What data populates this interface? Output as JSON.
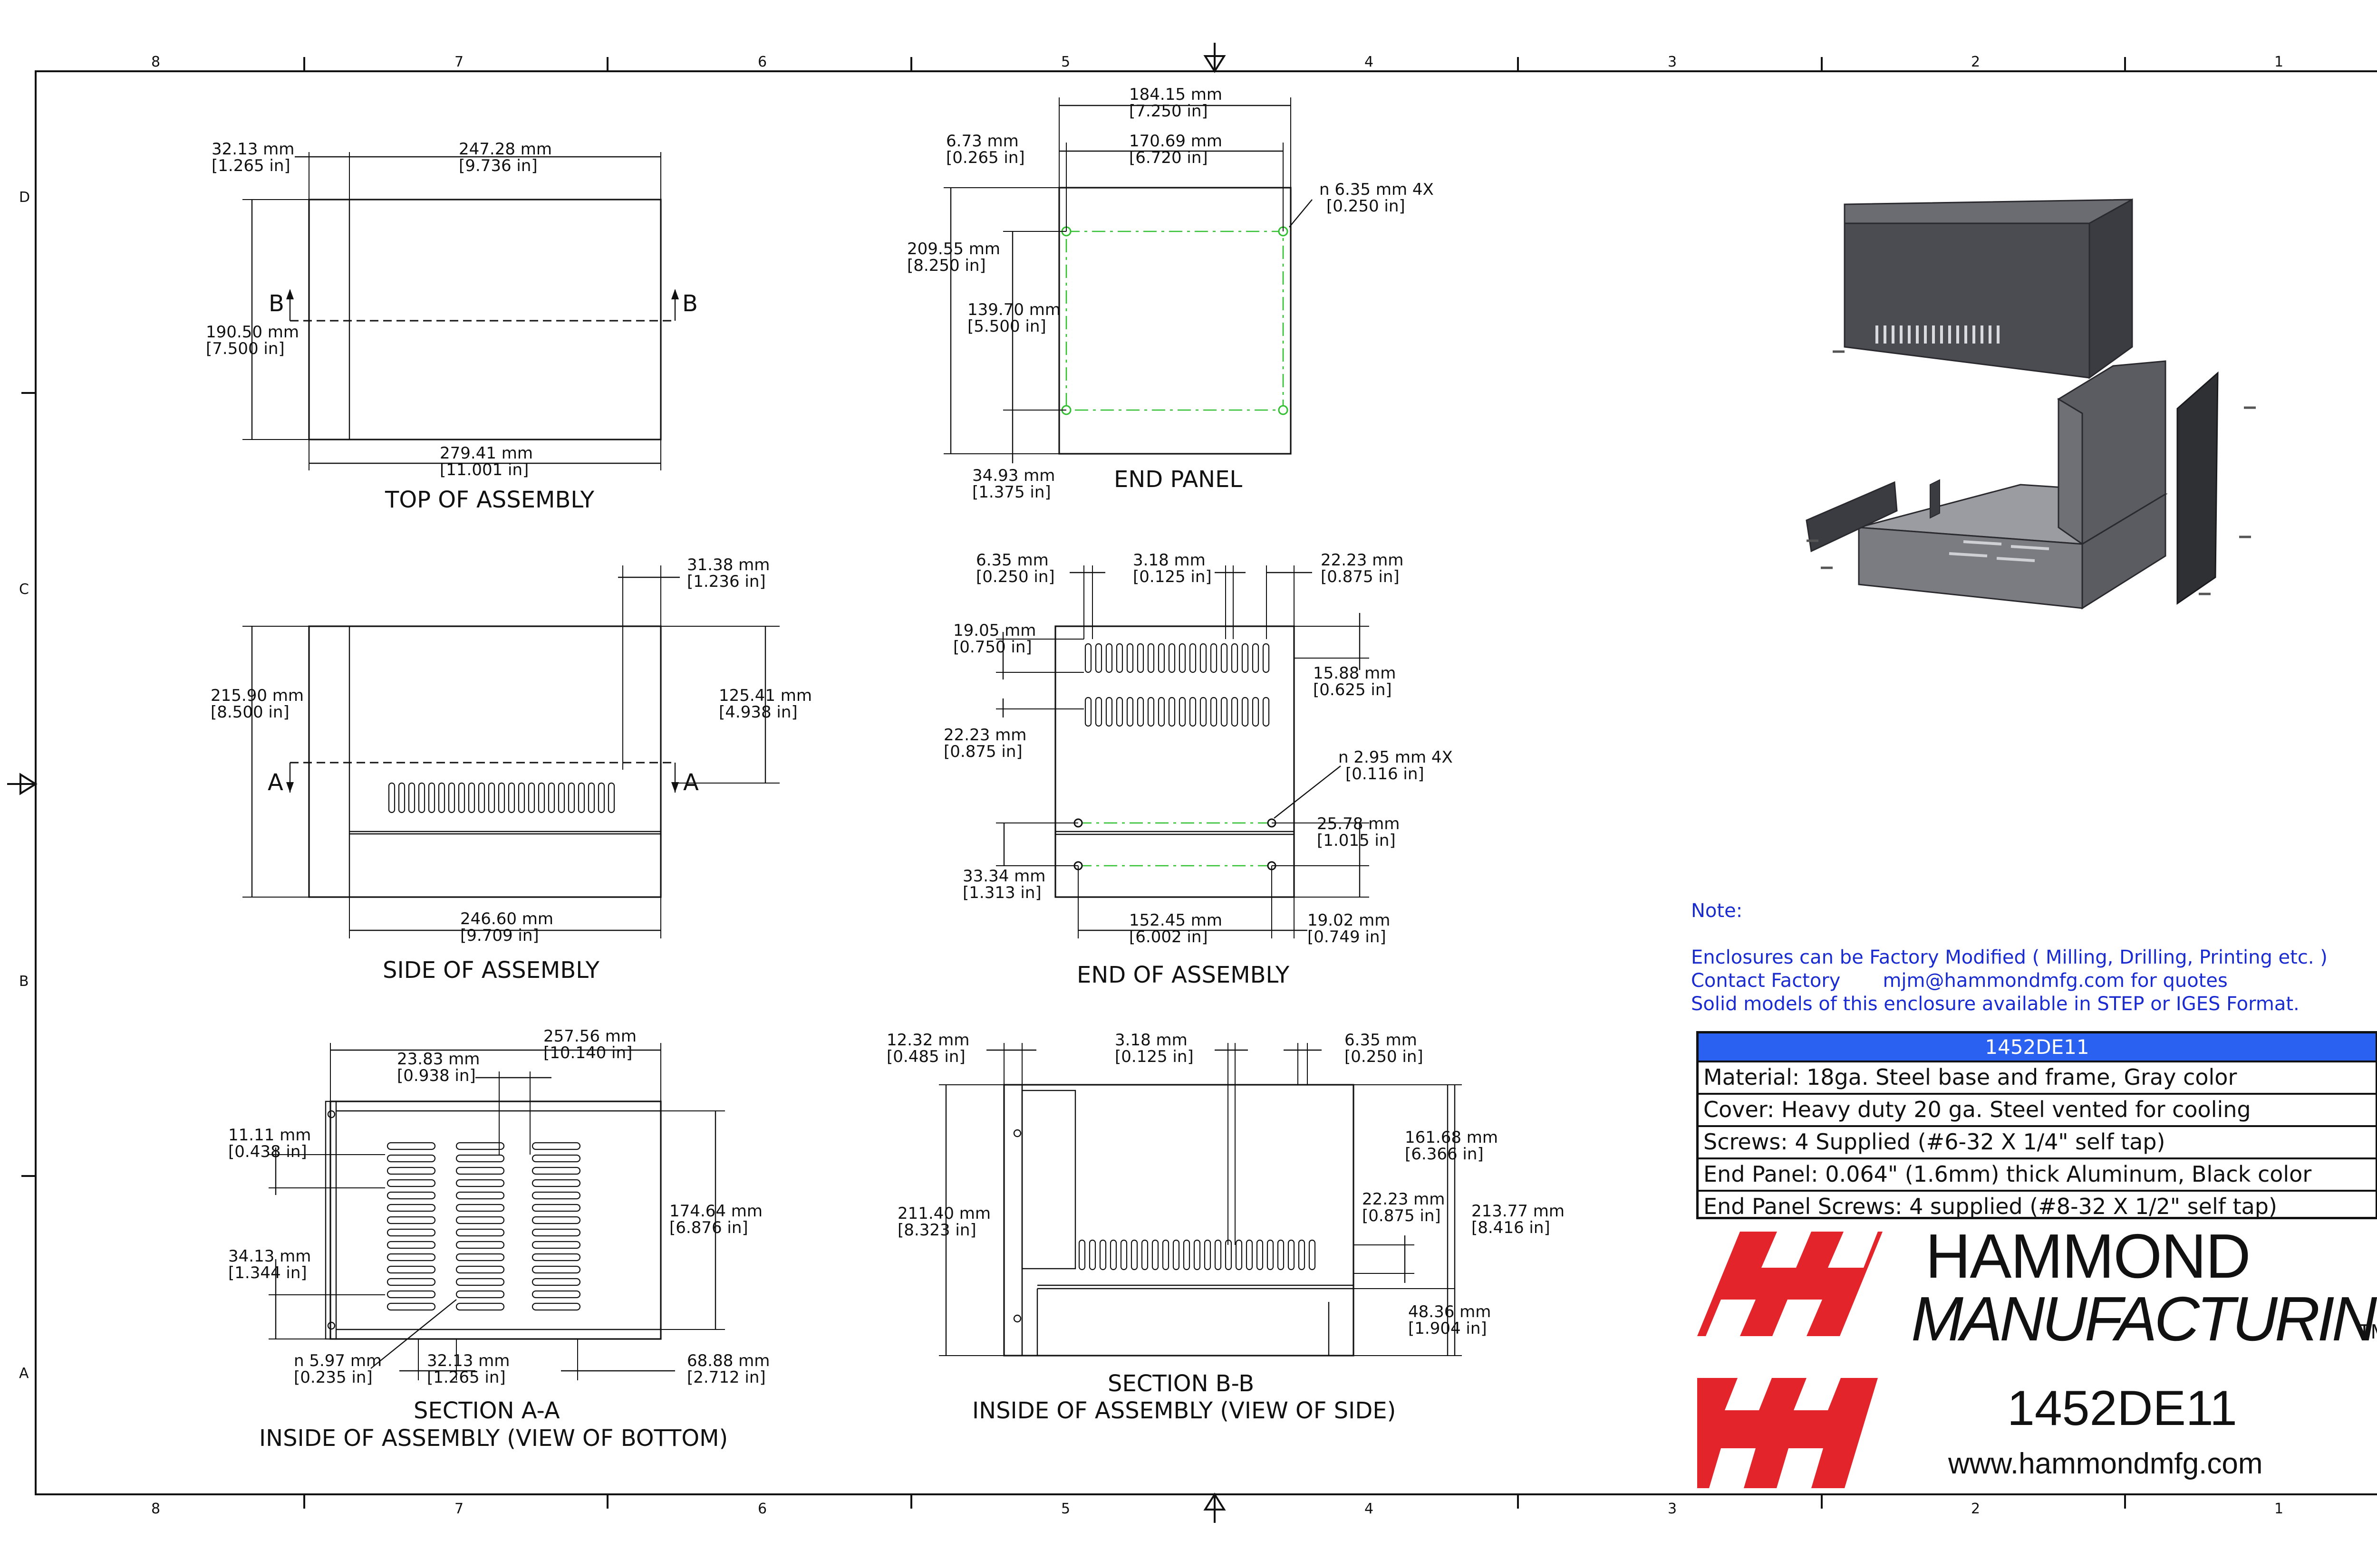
{
  "zones": {
    "columns": [
      "8",
      "7",
      "6",
      "5",
      "4",
      "3",
      "2",
      "1"
    ],
    "rows": [
      "D",
      "C",
      "B",
      "A"
    ]
  },
  "views": {
    "top": {
      "title": "TOP OF ASSEMBLY",
      "section_mark": "B",
      "dims": {
        "left_mm": "32.13 mm",
        "left_in": "[1.265 in]",
        "top_mm": "247.28 mm",
        "top_in": "[9.736 in]",
        "height_mm": "190.50 mm",
        "height_in": "[7.500 in]",
        "width_mm": "279.41 mm",
        "width_in": "[11.001 in]"
      }
    },
    "side": {
      "title": "SIDE OF ASSEMBLY",
      "section_mark": "A",
      "dims": {
        "tr_mm": "31.38 mm",
        "tr_in": "[1.236 in]",
        "height_mm": "215.90 mm",
        "height_in": "[8.500 in]",
        "right_mm": "125.41 mm",
        "right_in": "[4.938 in]",
        "bottom_mm": "246.60 mm",
        "bottom_in": "[9.709 in]"
      }
    },
    "section_aa": {
      "title": "SECTION A-A",
      "subtitle": "INSIDE OF ASSEMBLY (VIEW OF BOTTOM)",
      "dims": {
        "top_mm": "257.56 mm",
        "top_in": "[10.140 in]",
        "slot_mm": "23.83 mm",
        "slot_in": "[0.938 in]",
        "l1_mm": "11.11 mm",
        "l1_in": "[0.438 in]",
        "l2_mm": "34.13 mm",
        "l2_in": "[1.344 in]",
        "right_mm": "174.64 mm",
        "right_in": "[6.876 in]",
        "hole_mm": "n 5.97 mm",
        "hole_in": "[0.235 in]",
        "b1_mm": "32.13 mm",
        "b1_in": "[1.265 in]",
        "b2_mm": "68.88 mm",
        "b2_in": "[2.712 in]"
      }
    },
    "end_panel": {
      "title": "END PANEL",
      "dims": {
        "outer_mm": "184.15 mm",
        "outer_in": "[7.250 in]",
        "edge_mm": "6.73 mm",
        "edge_in": "[0.265 in]",
        "inner_mm": "170.69 mm",
        "inner_in": "[6.720 in]",
        "hole_mm": "n 6.35 mm 4X",
        "hole_in": "[0.250 in]",
        "height_mm": "209.55 mm",
        "height_in": "[8.250 in]",
        "pitch_mm": "139.70 mm",
        "pitch_in": "[5.500 in]",
        "bottom_mm": "34.93 mm",
        "bottom_in": "[1.375 in]"
      }
    },
    "end_assembly": {
      "title": "END OF ASSEMBLY",
      "dims": {
        "a_mm": "6.35 mm",
        "a_in": "[0.250 in]",
        "b_mm": "3.18 mm",
        "b_in": "[0.125 in]",
        "c_mm": "22.23 mm",
        "c_in": "[0.875 in]",
        "d_mm": "19.05 mm",
        "d_in": "[0.750 in]",
        "e_mm": "15.88 mm",
        "e_in": "[0.625 in]",
        "f_mm": "22.23 mm",
        "f_in": "[0.875 in]",
        "hole_mm": "n 2.95 mm 4X",
        "hole_in": "[0.116 in]",
        "g_mm": "25.78 mm",
        "g_in": "[1.015 in]",
        "h_mm": "33.34 mm",
        "h_in": "[1.313 in]",
        "i_mm": "152.45 mm",
        "i_in": "[6.002 in]",
        "j_mm": "19.02 mm",
        "j_in": "[0.749 in]"
      }
    },
    "section_bb": {
      "title": "SECTION B-B",
      "subtitle": "INSIDE OF ASSEMBLY (VIEW OF SIDE)",
      "dims": {
        "a_mm": "12.32 mm",
        "a_in": "[0.485 in]",
        "b_mm": "3.18 mm",
        "b_in": "[0.125 in]",
        "c_mm": "6.35 mm",
        "c_in": "[0.250 in]",
        "d_mm": "211.40 mm",
        "d_in": "[8.323 in]",
        "e_mm": "161.68 mm",
        "e_in": "[6.366 in]",
        "f_mm": "22.23 mm",
        "f_in": "[0.875 in]",
        "g_mm": "213.77 mm",
        "g_in": "[8.416 in]",
        "h_mm": "48.36 mm",
        "h_in": "[1.904 in]"
      }
    }
  },
  "notes": {
    "heading": "Note:",
    "line1": "Enclosures can be Factory Modified ( Milling, Drilling, Printing etc. )",
    "line2": "Contact Factory       mjm@hammondmfg.com for quotes",
    "line3": "Solid models of this enclosure available in STEP or IGES Format."
  },
  "spec_table": {
    "header": "1452DE11",
    "rows": [
      "Material: 18ga. Steel base and frame,  Gray color",
      "Cover: Heavy duty 20 ga. Steel vented for cooling",
      "Screws: 4 Supplied (#6-32 X 1/4\" self tap)",
      "End Panel: 0.064\" (1.6mm) thick Aluminum, Black color",
      "End Panel Screws: 4 supplied (#8-32 X 1/2\" self tap)"
    ]
  },
  "brand": {
    "line1": "HAMMOND",
    "line2": "MANUFACTURING",
    "trademark": "TM",
    "part_number": "1452DE11",
    "website": "www.hammondmfg.com",
    "logo_color": "#e3242b"
  },
  "colors": {
    "note_text": "#1a2bd0",
    "table_header": "#2b61f0",
    "centerline": "#2fbf2f",
    "enclosure": "#4a4c52"
  }
}
